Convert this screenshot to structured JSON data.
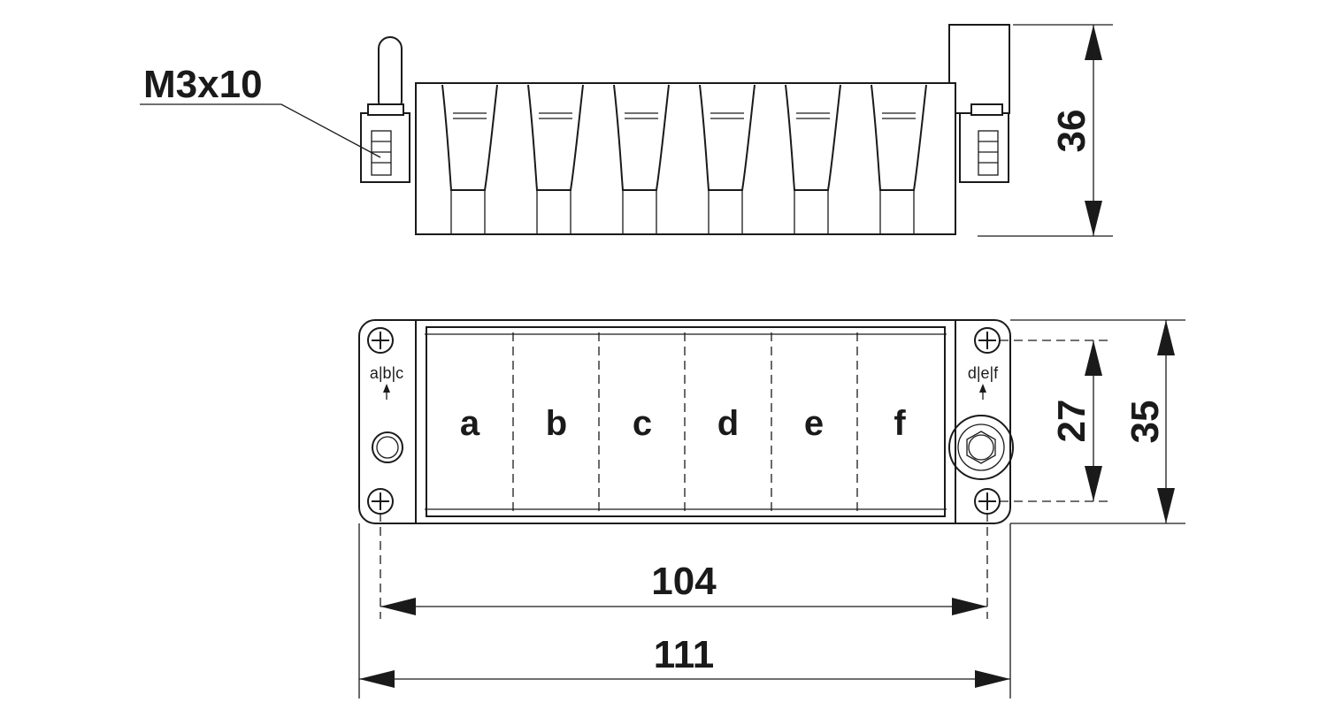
{
  "callout": {
    "screw_label": "M3x10"
  },
  "dimensions": {
    "side_height": "36",
    "inner_height": "27",
    "outer_height": "35",
    "inner_width": "104",
    "outer_width": "111"
  },
  "module_labels": [
    "a",
    "b",
    "c",
    "d",
    "e",
    "f"
  ],
  "side_markers": {
    "left": "a|b|c",
    "right": "d|e|f"
  }
}
